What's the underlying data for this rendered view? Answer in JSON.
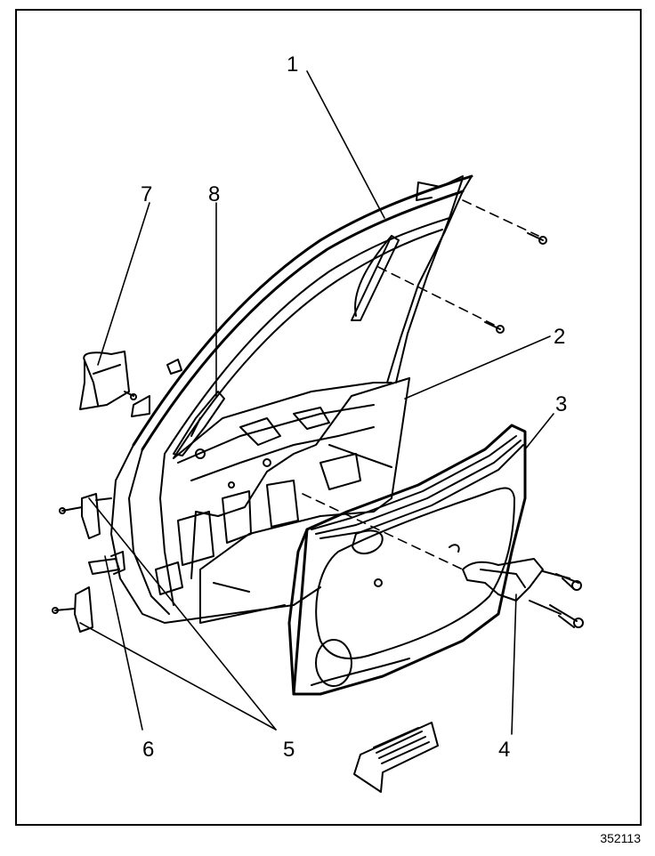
{
  "diagram": {
    "callouts": [
      "1",
      "2",
      "3",
      "4",
      "5",
      "6",
      "7",
      "8"
    ],
    "figure_number": "352113"
  },
  "colors": {
    "ink": "#000000",
    "paper": "#ffffff"
  }
}
